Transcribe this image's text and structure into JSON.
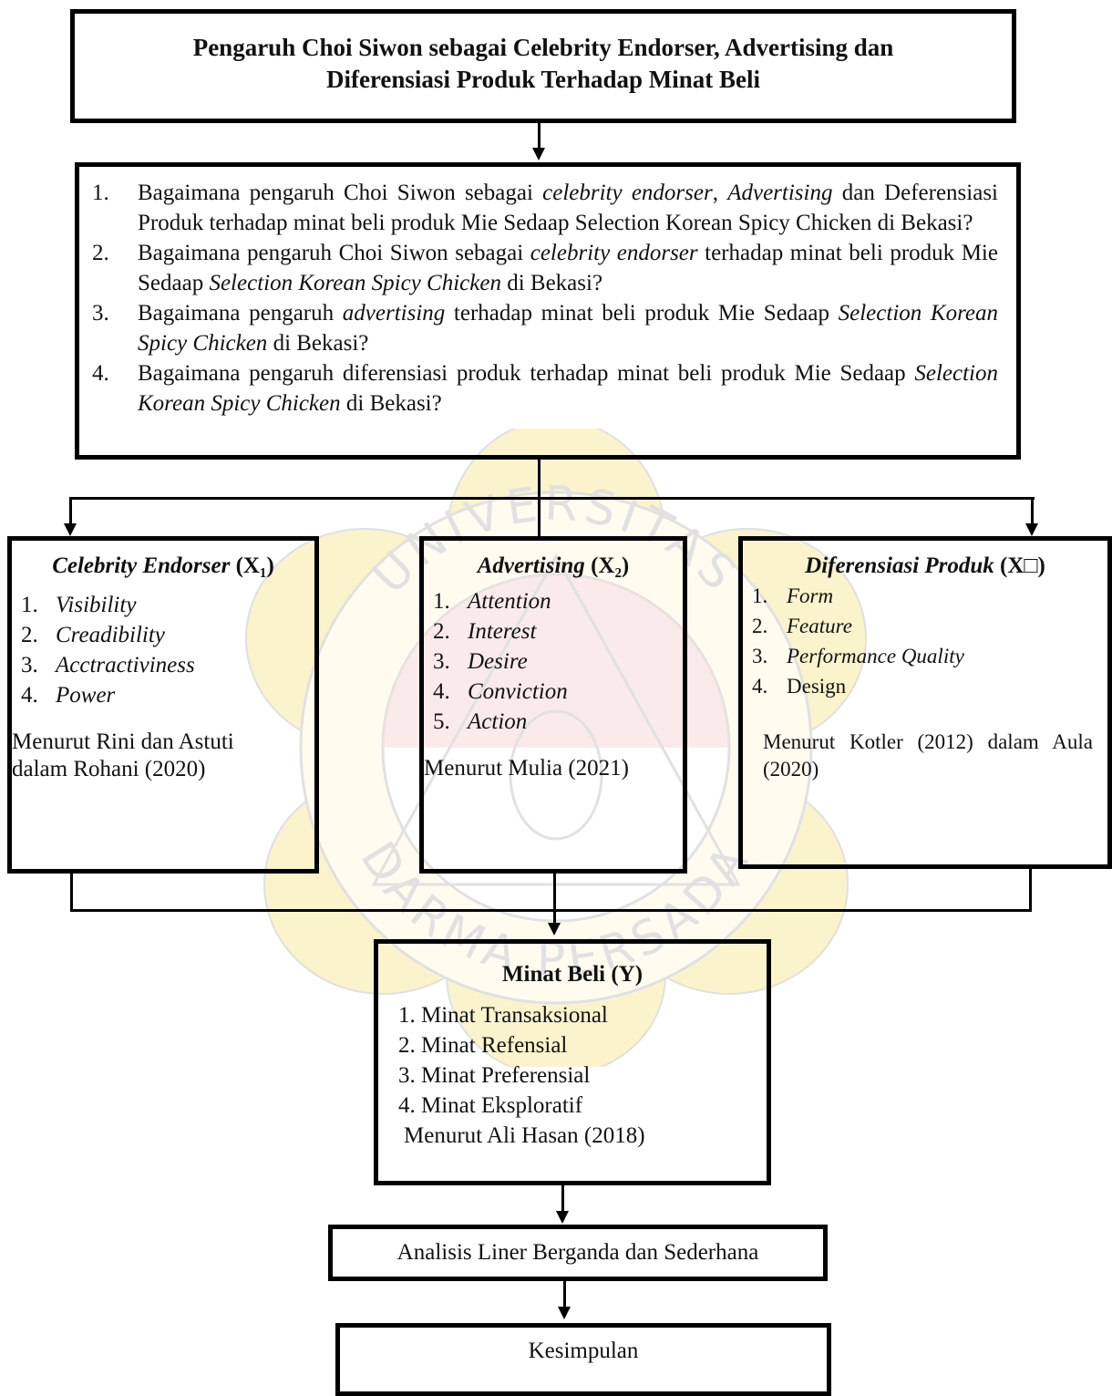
{
  "title": {
    "line1": "Pengaruh Choi Siwon sebagai Celebrity Endorser, Advertising dan",
    "line2": "Diferensiasi Produk Terhadap Minat Beli"
  },
  "questions": [
    {
      "num": "1.",
      "parts": [
        {
          "t": "Bagaimana pengaruh Choi Siwon sebagai ",
          "i": false
        },
        {
          "t": "celebrity endorser",
          "i": true
        },
        {
          "t": ", ",
          "i": false
        },
        {
          "t": "Advertising",
          "i": true
        },
        {
          "t": " dan Deferensiasi Produk terhadap minat beli produk Mie Sedaap Selection Korean Spicy Chicken di Bekasi?",
          "i": false
        }
      ]
    },
    {
      "num": "2.",
      "parts": [
        {
          "t": "Bagaimana pengaruh Choi Siwon sebagai ",
          "i": false
        },
        {
          "t": "celebrity endorser",
          "i": true
        },
        {
          "t": " terhadap minat beli produk Mie Sedaap ",
          "i": false
        },
        {
          "t": "Selection Korean Spicy Chicken",
          "i": true
        },
        {
          "t": " di Bekasi?",
          "i": false
        }
      ]
    },
    {
      "num": "3.",
      "parts": [
        {
          "t": "Bagaimana pengaruh ",
          "i": false
        },
        {
          "t": "advertising",
          "i": true
        },
        {
          "t": " terhadap minat beli produk Mie Sedaap ",
          "i": false
        },
        {
          "t": "Selection Korean Spicy Chicken",
          "i": true
        },
        {
          "t": " di Bekasi?",
          "i": false
        }
      ]
    },
    {
      "num": "4.",
      "parts": [
        {
          "t": "Bagaimana pengaruh diferensiasi produk terhadap minat beli produk Mie Sedaap ",
          "i": false
        },
        {
          "t": "Selection Korean Spicy Chicken",
          "i": true
        },
        {
          "t": " di Bekasi?",
          "i": false
        }
      ]
    }
  ],
  "x1": {
    "title_italic": "Celebrity Endorser",
    "title_rest": " (X₁)",
    "items": [
      {
        "n": "1.",
        "t": "Visibility"
      },
      {
        "n": "2.",
        "t": "Creadibility"
      },
      {
        "n": "3.",
        "t": "Acctractiviness"
      },
      {
        "n": "4.",
        "t": "Power"
      }
    ],
    "source": "Menurut Rini dan Astuti dalam Rohani (2020)"
  },
  "x2": {
    "title_italic": "Advertising",
    "title_rest": " (X₂)",
    "items": [
      {
        "n": "1.",
        "t": "Attention"
      },
      {
        "n": "2.",
        "t": "Interest"
      },
      {
        "n": "3.",
        "t": "Desire"
      },
      {
        "n": "4.",
        "t": "Conviction"
      },
      {
        "n": "5.",
        "t": "Action"
      }
    ],
    "source": "Menurut Mulia (2021)"
  },
  "x3": {
    "title_italic": "Diferensiasi Produk",
    "title_rest": " (X□)",
    "items": [
      {
        "n": "1.",
        "t": "Form",
        "italic": true
      },
      {
        "n": "2.",
        "t": "Feature",
        "italic": true
      },
      {
        "n": "3.",
        "t": "Performance Quality",
        "italic": true
      },
      {
        "n": "4.",
        "t": "Design",
        "italic": false
      }
    ],
    "source": "Menurut Kotler (2012) dalam Aula (2020)"
  },
  "y": {
    "title": "Minat Beli (Y)",
    "items": [
      "1. Minat Transaksional",
      "2. Minat Refensial",
      "3. Minat Preferensial",
      "4. Minat Eksploratif"
    ],
    "source": "Menurut Ali Hasan (2018)"
  },
  "analysis": "Analisis Liner Berganda dan Sederhana",
  "conclusion": "Kesimpulan",
  "watermark_text": {
    "top": "UNIVERSITAS",
    "bottom": "DARMA PERSADA"
  },
  "colors": {
    "watermark_yellow": "#f5e48a",
    "watermark_red": "#f7c9c9",
    "watermark_gray": "#b8b8b8"
  }
}
